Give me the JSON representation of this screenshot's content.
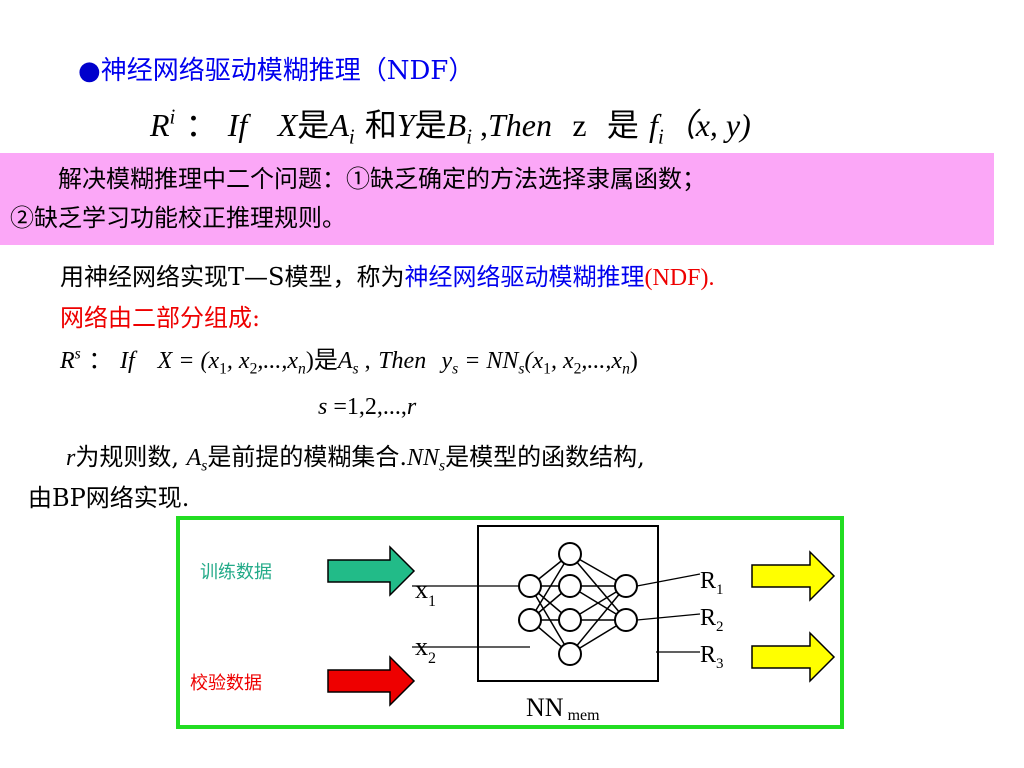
{
  "title": {
    "bullet": "●",
    "text": "神经网络驱动模糊推理（NDF）"
  },
  "formula_ri": {
    "R": "R",
    "i_sup": "i",
    "colon": "：",
    "if": "If",
    "X": "X",
    "shi1": "是",
    "A": "A",
    "i_sub1": "i",
    "he": "和",
    "Y": "Y",
    "shi2": "是",
    "B": "B",
    "i_sub2": "i",
    "comma": " ,",
    "then": "Then",
    "z": "z",
    "shi3": "是",
    "f": "f",
    "i_sub3": "i",
    "args": "（x, y)"
  },
  "pink": {
    "line1": "解决模糊推理中二个问题：①缺乏确定的方法选择隶属函数；",
    "line2": "②缺乏学习功能校正推理规则。"
  },
  "para1": {
    "prefix": "用神经网络实现T—S模型，称为",
    "highlight": "神经网络驱动模糊推理",
    "suffix": "(NDF)."
  },
  "para2": "网络由二部分组成:",
  "formula_rs": {
    "R": "R",
    "s_sup": "s",
    "colon": "：",
    "if": "If",
    "X": "X",
    "eq1": " = (x",
    "n1": "1",
    "c1": ", x",
    "n2": "2",
    "dots1": ",...,x",
    "nn1": "n",
    "close1": ")",
    "shi": "是",
    "A": "A",
    "s_sub1": "s",
    "comma": " ,",
    "then": "Then",
    "y": "y",
    "s_sub2": "s",
    "eq2": " = NN",
    "s_sub3": "s",
    "open2": "(x",
    "n3": "1",
    "c2": ", x",
    "n4": "2",
    "dots2": ",...,x",
    "nn2": "n",
    "close2": ")"
  },
  "formula_s": {
    "s": "s",
    "rest": " =1,2,...,",
    "r": "r"
  },
  "para3": {
    "r": "r",
    "t1": "为规则数, ",
    "A": "A",
    "s1": "s",
    "t2": "是前提的模糊集合.",
    "NN": "NN",
    "s2": "s",
    "t3": "是模型的函数结构,"
  },
  "para4": "由BP网络实现.",
  "diagram": {
    "training_label": "训练数据",
    "validation_label": "校验数据",
    "x1": "x",
    "x1_sub": "1",
    "x2": "x",
    "x2_sub": "2",
    "r1": "R",
    "r1_sub": "1",
    "r2": "R",
    "r2_sub": "2",
    "r3": "R",
    "r3_sub": "3",
    "nn": "NN",
    "nn_sub": "mem",
    "colors": {
      "frame": "#22dd22",
      "training_arrow": "#22bb88",
      "validation_arrow": "#ee0000",
      "output_arrow": "#ffff00",
      "training_text": "#22aa88",
      "validation_text": "#ee0000"
    }
  }
}
